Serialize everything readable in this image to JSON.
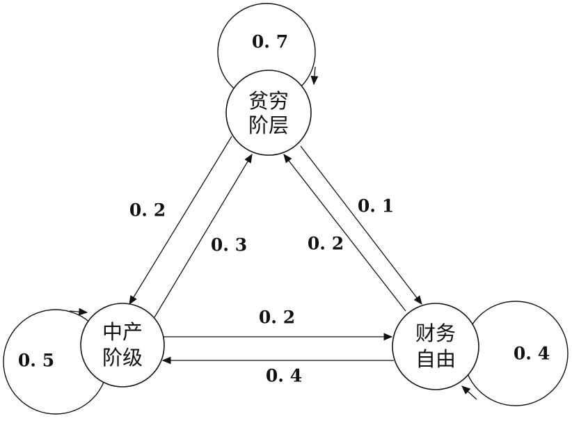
{
  "nodes": {
    "poor": {
      "line1": "贫穷",
      "line2": "阶层"
    },
    "middle": {
      "line1": "中产",
      "line2": "阶级"
    },
    "free": {
      "line1": "财务",
      "line2": "自由"
    }
  },
  "transitions": {
    "poor_to_poor": "0. 7",
    "poor_to_middle": "0. 2",
    "poor_to_free": "0. 1",
    "middle_to_middle": "0. 5",
    "middle_to_poor": "0. 3",
    "middle_to_free": "0. 2",
    "free_to_free": "0. 4",
    "free_to_poor": "0. 2",
    "free_to_middle": "0. 4"
  }
}
